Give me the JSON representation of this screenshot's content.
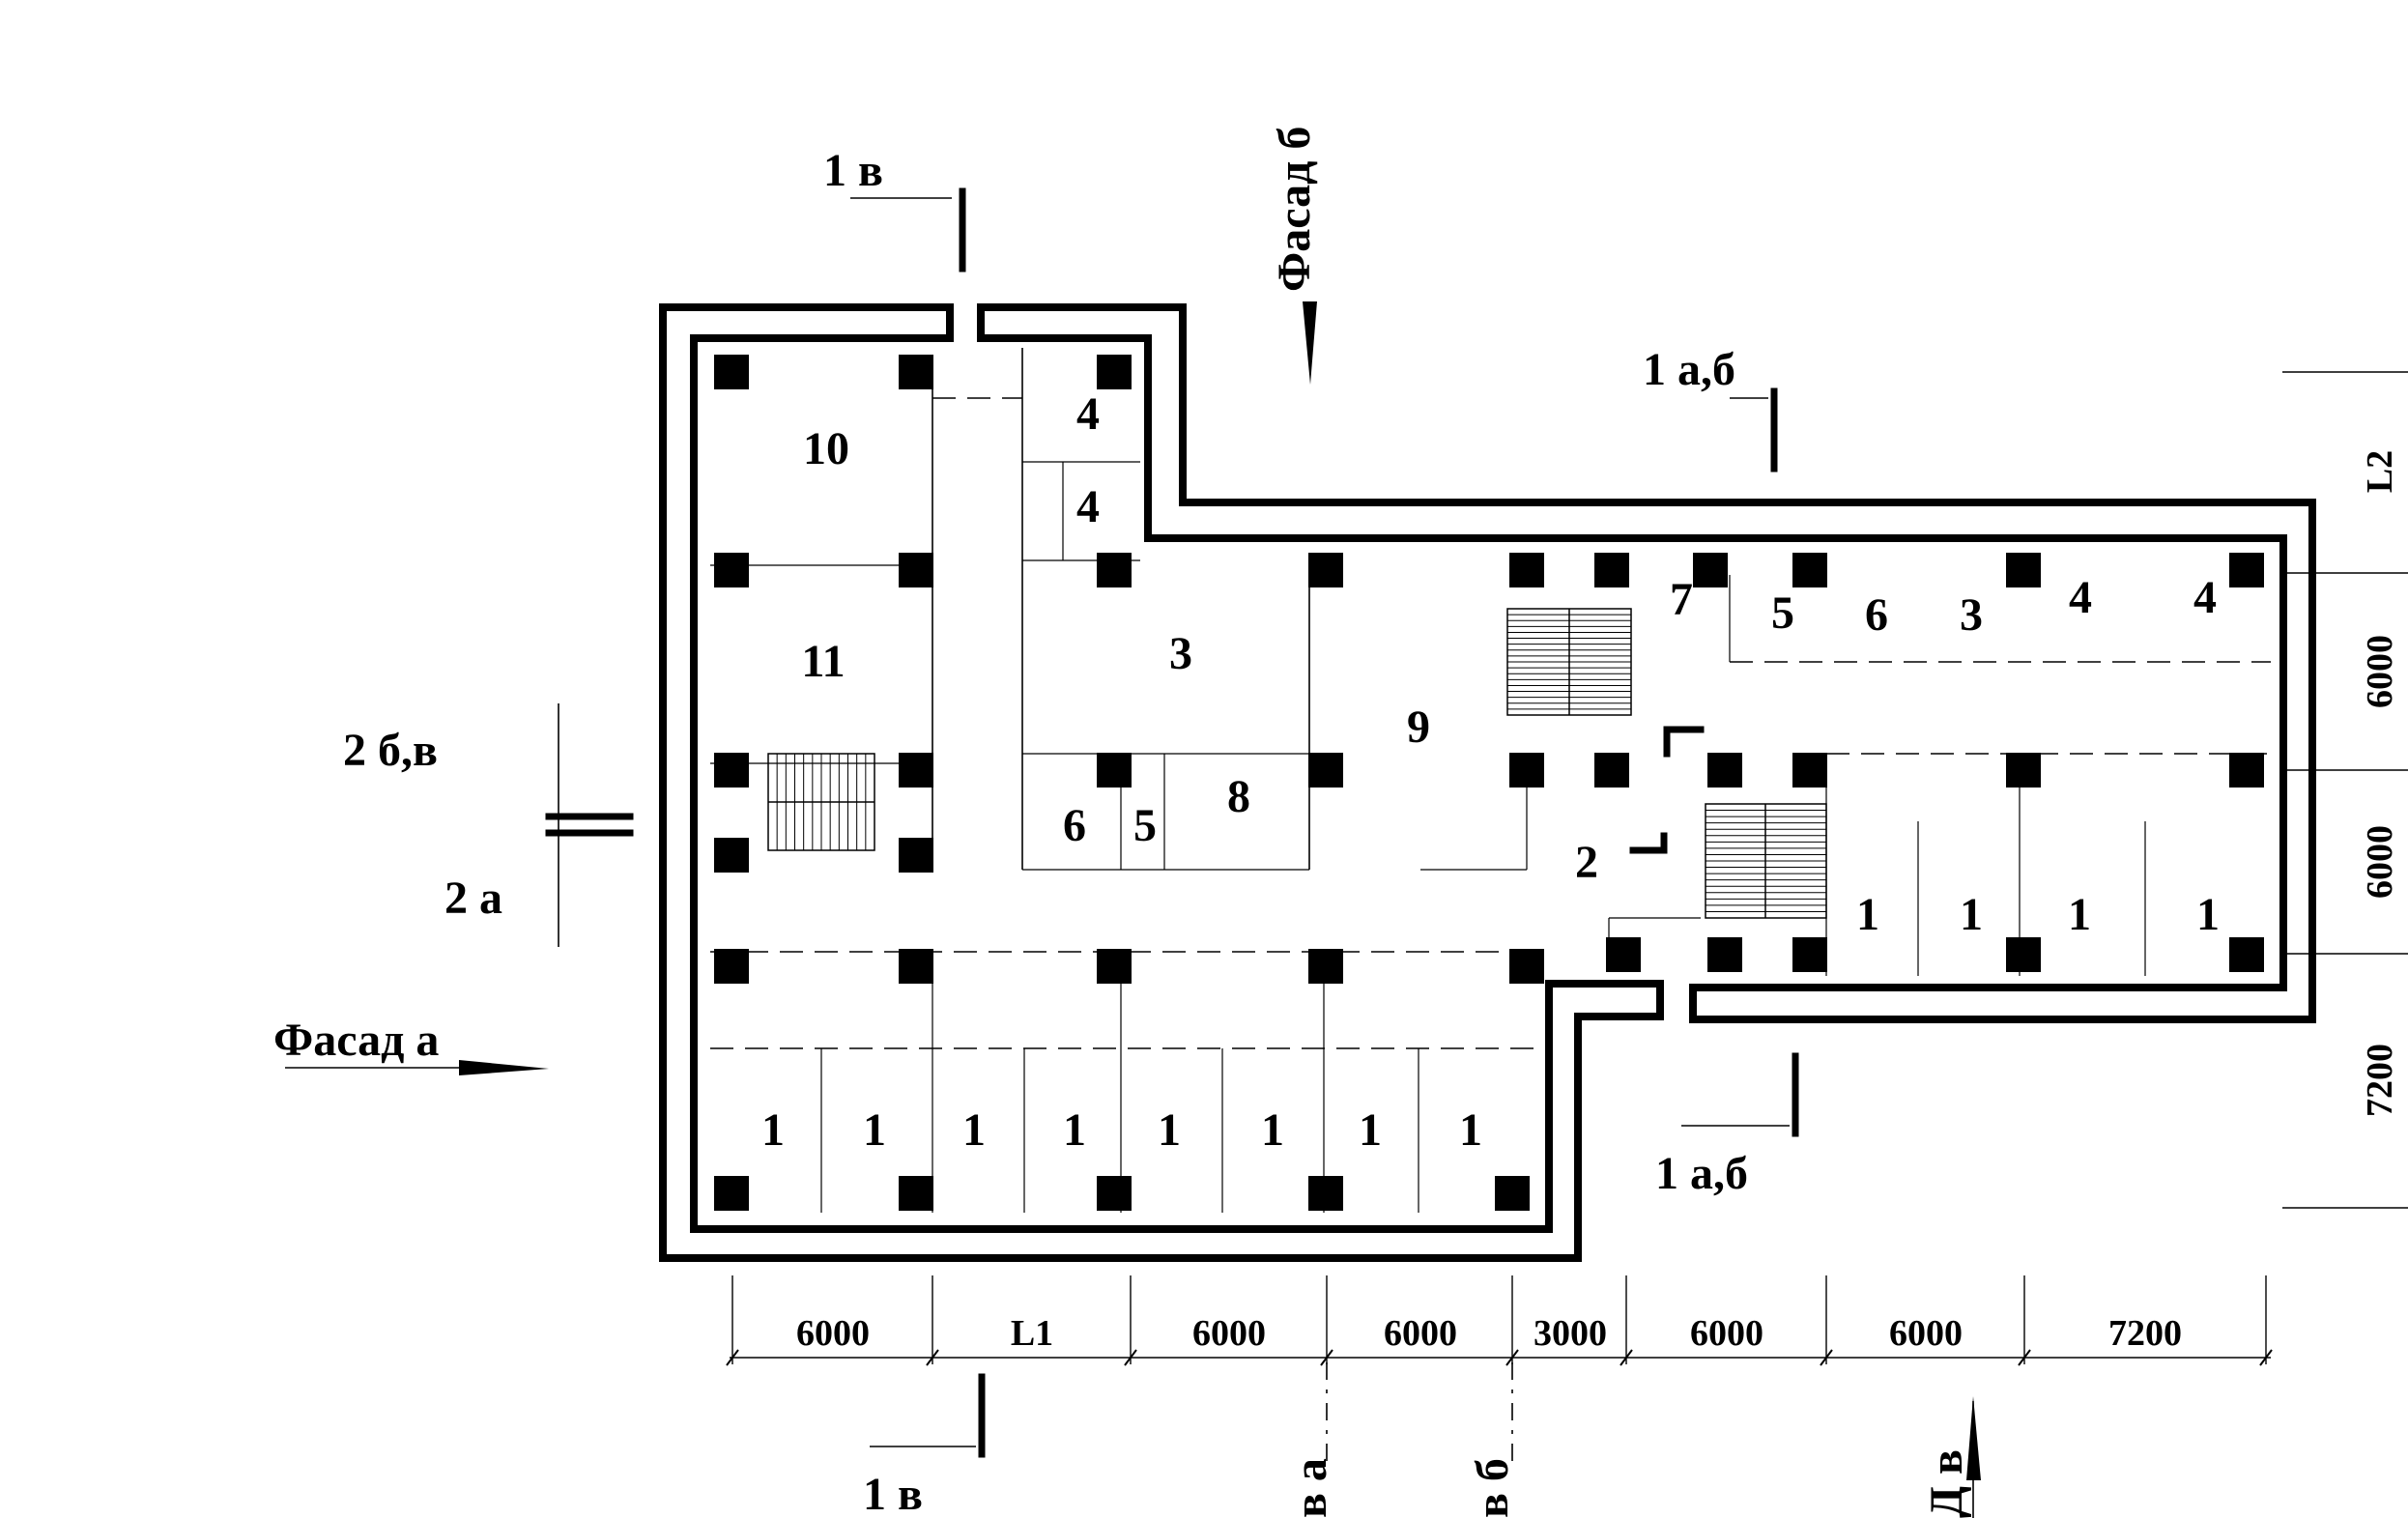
{
  "rooms": {
    "r10": "10",
    "r11": "11",
    "r4a": "4",
    "r4b": "4",
    "r3a": "3",
    "r9": "9",
    "r6a": "6",
    "r5a": "5",
    "r8": "8",
    "r7": "7",
    "r5b": "5",
    "r6b": "6",
    "r3b": "3",
    "r4c": "4",
    "r4d": "4",
    "r2": "2",
    "r1_east": [
      "1",
      "1",
      "1",
      "1"
    ],
    "r1_south": [
      "1",
      "1",
      "1",
      "1",
      "1",
      "1",
      "1",
      "1"
    ]
  },
  "dimensions": {
    "bottom": [
      "6000",
      "L1",
      "6000",
      "6000",
      "3000",
      "6000",
      "6000",
      "7200"
    ],
    "right": [
      "L2",
      "6000",
      "6000",
      "7200"
    ]
  },
  "sections": {
    "s1v_top": "1 в",
    "s1v_bottom": "1 в",
    "s1ab_top": "1 а,б",
    "s1ab_bottom": "1 а,б",
    "s2bv": "2 б,в",
    "s2a": "2 а"
  },
  "facades": {
    "a": "Фасад а",
    "b": "Фасад б",
    "c_partial": "Д в",
    "axis_a_partial": "в а",
    "axis_b_partial": "в б"
  }
}
